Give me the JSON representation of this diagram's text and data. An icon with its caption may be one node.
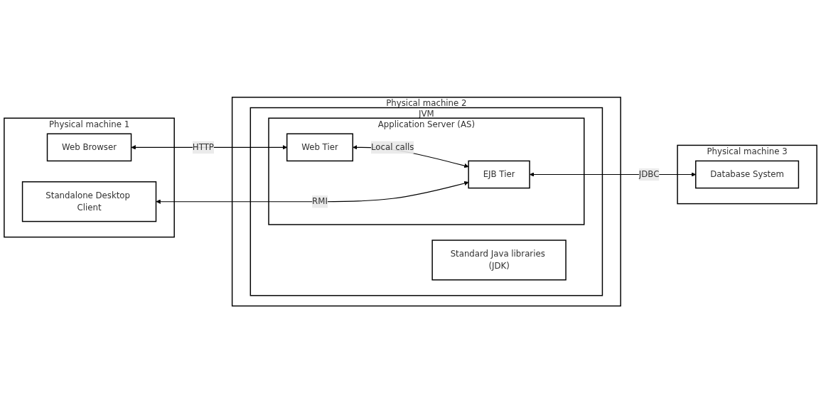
{
  "diagram": {
    "nodes": [
      {
        "text": [
          "Physical machine 1"
        ]
      },
      {
        "text": [
          "Web Browser"
        ],
        "in": 0
      },
      {
        "text": [
          "Standalone Desktop Client"
        ],
        "in": 0
      },
      {
        "text": [
          "Physical machine 2"
        ]
      },
      {
        "text": [
          "JVM"
        ],
        "in": 3
      },
      {
        "text": [
          "Application Server (AS)"
        ],
        "in": 4
      },
      {
        "text": [
          "Web Tier"
        ],
        "in": 5
      },
      {
        "text": [
          "EJB Tier"
        ],
        "in": 5
      },
      {
        "text": [
          "Standard Java libraries (JDK)"
        ],
        "in": 4
      },
      {
        "text": [
          "Physical machine 3"
        ]
      },
      {
        "text": [
          "Database System"
        ],
        "in": 9
      }
    ],
    "edges": [
      {
        "from": 1,
        "to": 6,
        "arrow": "both",
        "label": "HTTP"
      },
      {
        "from": 6,
        "to": 7,
        "arrow": "both",
        "label": "Local calls"
      },
      {
        "from": 2,
        "to": 7,
        "arrow": "both",
        "label": "RMI"
      },
      {
        "from": 7,
        "to": 10,
        "arrow": "both",
        "label": "JDBC"
      }
    ]
  }
}
